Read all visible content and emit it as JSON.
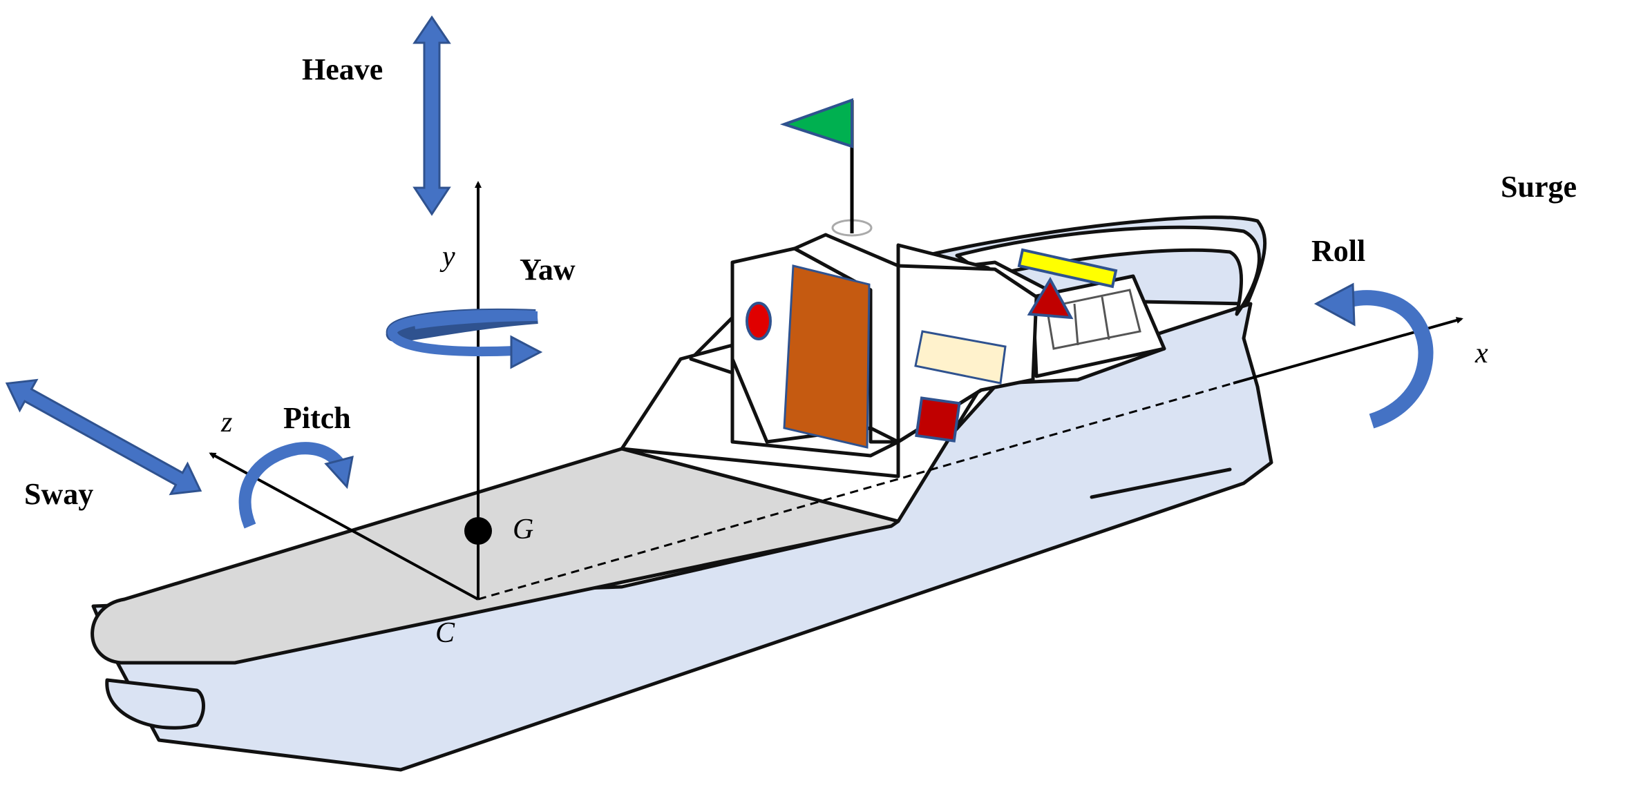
{
  "labels": {
    "heave": "Heave",
    "yaw": "Yaw",
    "pitch": "Pitch",
    "sway": "Sway",
    "surge": "Surge",
    "roll": "Roll"
  },
  "axes": {
    "x": "x",
    "y": "y",
    "z": "z"
  },
  "points": {
    "gravity_center": "G",
    "origin": "C"
  },
  "colors": {
    "motion_arrow": "#4472c4",
    "motion_arrow_edge": "#2f528f",
    "hull": "#dae3f3",
    "deck": "#d9d9d9",
    "door": "#c55a11",
    "flag": "#00b050",
    "porthole_red": "#e00000",
    "beacon_red": "#c00000",
    "radar_yellow": "#ffff00",
    "window_cream": "#fff2cc"
  },
  "icons": {
    "flag": "flag-icon",
    "radar": "radar-icon"
  }
}
